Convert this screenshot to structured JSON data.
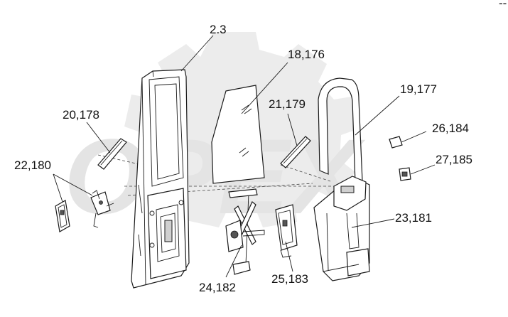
{
  "watermark": {
    "text": "OPEX",
    "color": "#e4e4e4"
  },
  "corner_mark": "--",
  "labels": {
    "l_2_3": "2.3",
    "l_18_176": "18,176",
    "l_19_177": "19,177",
    "l_20_178": "20,178",
    "l_21_179": "21,179",
    "l_22_180": "22,180",
    "l_23_181": "23,181",
    "l_24_182": "24,182",
    "l_25_183": "25,183",
    "l_26_184": "26,184",
    "l_27_185": "27,185"
  },
  "colors": {
    "line": "#1a1a1a",
    "label": "#111111",
    "background": "#ffffff"
  }
}
